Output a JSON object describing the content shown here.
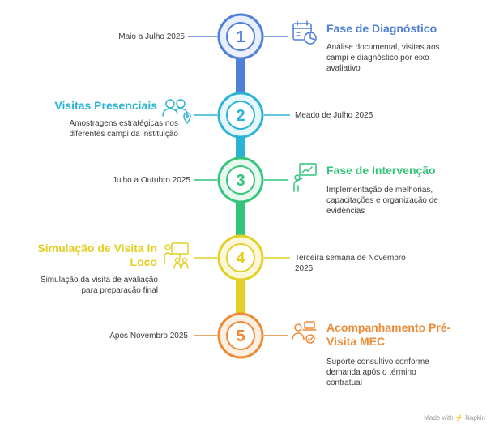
{
  "colors": {
    "step1": "#4f7fd8",
    "step2": "#2bb3d6",
    "step3": "#34c47a",
    "step4": "#e3cf25",
    "step5": "#ef8a34"
  },
  "steps": [
    {
      "number": "1",
      "title": "Fase de Diagnóstico",
      "description": "Análise documental, visitas aos campi e diagnóstico por eixo avaliativo",
      "date": "Maio a Julho 2025",
      "icon": "calendar-chart-icon"
    },
    {
      "number": "2",
      "title": "Visitas Presenciais",
      "description": "Amostragens estratégicas nos diferentes campi da instituição",
      "date": "Meado de Julho 2025",
      "icon": "people-location-icon"
    },
    {
      "number": "3",
      "title": "Fase de Intervenção",
      "description": "Implementação de melhorias, capacitações e organização de evidências",
      "date": "Julho a Outubro 2025",
      "icon": "presenter-board-icon"
    },
    {
      "number": "4",
      "title": "Simulação de Visita In Loco",
      "description": "Simulação da visita de avaliação para preparação final",
      "date": "Terceira semana de Novembro 2025",
      "icon": "presentation-group-icon"
    },
    {
      "number": "5",
      "title": "Acompanhamento Pré-Visita MEC",
      "description": "Suporte consultivo conforme demanda após o término contratual",
      "date": "Após Novembro 2025",
      "icon": "support-laptop-icon"
    }
  ],
  "footer": {
    "text": "Made with ⚡ Napkin"
  }
}
